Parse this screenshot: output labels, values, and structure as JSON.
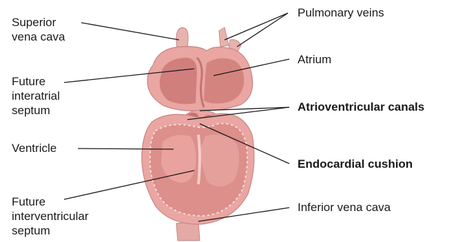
{
  "labels": {
    "superior_vena_cava": [
      "Superior",
      "vena cava"
    ],
    "future_interatrial_septum": [
      "Future",
      "interatrial",
      "septum"
    ],
    "ventricle": "Ventricle",
    "future_interventricular_septum": [
      "Future",
      "interventricular",
      "septum"
    ],
    "pulmonary_veins": "Pulmonary veins",
    "atrium": "Atrium",
    "atrioventricular_canals": "Atrioventricular canals",
    "endocardial_cushion": "Endocardial cushion",
    "inferior_vena_cava": "Inferior vena cava"
  },
  "colors": {
    "tissue_outer": "#e9a6a2",
    "tissue_mid": "#dc8f8b",
    "chamber": "#cf7e7c",
    "chamber_light": "#e39c98",
    "vessel": "#e4aaa6",
    "leader": "#1a1a1a"
  }
}
